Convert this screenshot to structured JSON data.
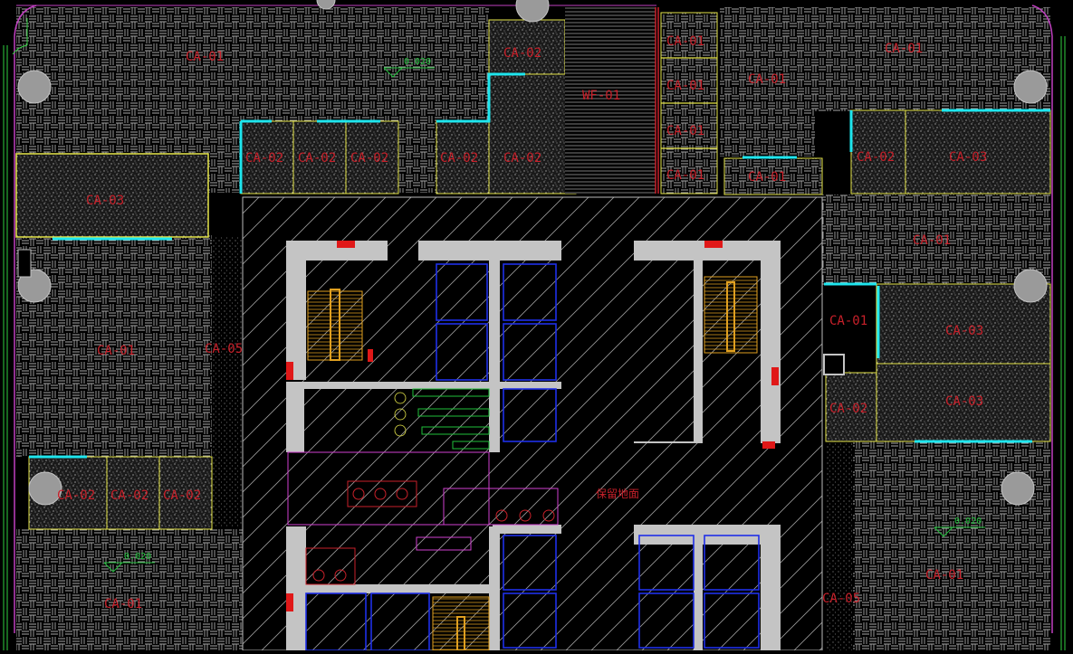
{
  "drawing": {
    "background": "#000000",
    "colors": {
      "label": "#c8202a",
      "level_mark": "#1fbf3a",
      "floor_line": "#bcbcbc",
      "wall_fill": "#c4c4c4",
      "zone_border": "#e6e64a",
      "glazing": "#1ee6ee",
      "lift_outline": "#1f2fe8",
      "stair": "#e0a020",
      "toilet": "#d040d0",
      "exterior_wall": "#c040c0",
      "facade": "#30d040"
    },
    "labels": {
      "ca01": "CA-01",
      "ca02": "CA-02",
      "ca03": "CA-03",
      "ca05": "CA-05",
      "wf01": "WF-01",
      "core_note": "保留地面",
      "level": "0.020"
    }
  }
}
